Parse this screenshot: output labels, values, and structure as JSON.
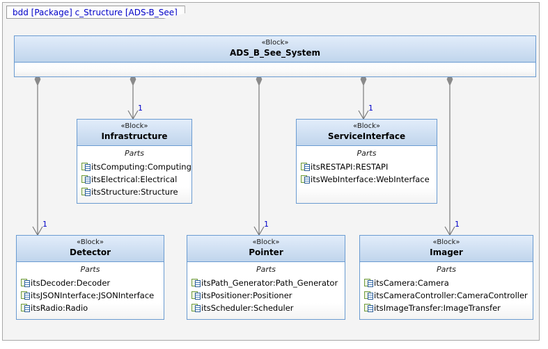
{
  "frame": {
    "label": "bdd [Package] c_Structure [ADS-B_See]"
  },
  "stereotype_label": "«Block»",
  "compartment_label": "Parts",
  "colors": {
    "canvas_background": "#f4f4f4",
    "block_border": "#6a9bd1",
    "header_gradient_top": "#e2edfa",
    "header_gradient_bottom": "#c0d5ec",
    "frame_text": "#0000c8",
    "multiplicity_text": "#0000c8",
    "connector_line": "#7a7a7a",
    "composition_diamond": "#8a8a8a"
  },
  "blocks": {
    "root": {
      "stereotype": "«Block»",
      "name": "ADS_B_See_System",
      "parts": []
    },
    "infrastructure": {
      "stereotype": "«Block»",
      "name": "Infrastructure",
      "compartment": "Parts",
      "parts": [
        "itsComputing:Computing",
        "itsElectrical:Electrical",
        "itsStructure:Structure"
      ]
    },
    "service_interface": {
      "stereotype": "«Block»",
      "name": "ServiceInterface",
      "compartment": "Parts",
      "parts": [
        "itsRESTAPI:RESTAPI",
        "itsWebInterface:WebInterface"
      ]
    },
    "detector": {
      "stereotype": "«Block»",
      "name": "Detector",
      "compartment": "Parts",
      "parts": [
        "itsDecoder:Decoder",
        "itsJSONInterface:JSONInterface",
        "itsRadio:Radio"
      ]
    },
    "pointer": {
      "stereotype": "«Block»",
      "name": "Pointer",
      "compartment": "Parts",
      "parts": [
        "itsPath_Generator:Path_Generator",
        "itsPositioner:Positioner",
        "itsScheduler:Scheduler"
      ]
    },
    "imager": {
      "stereotype": "«Block»",
      "name": "Imager",
      "compartment": "Parts",
      "parts": [
        "itsCamera:Camera",
        "itsCameraController:CameraController",
        "itsImageTransfer:ImageTransfer"
      ]
    }
  },
  "connectors": [
    {
      "from": "root",
      "to": "detector",
      "multiplicity": "1"
    },
    {
      "from": "root",
      "to": "infrastructure",
      "multiplicity": "1"
    },
    {
      "from": "root",
      "to": "pointer",
      "multiplicity": "1"
    },
    {
      "from": "root",
      "to": "service_interface",
      "multiplicity": "1"
    },
    {
      "from": "root",
      "to": "imager",
      "multiplicity": "1"
    }
  ]
}
